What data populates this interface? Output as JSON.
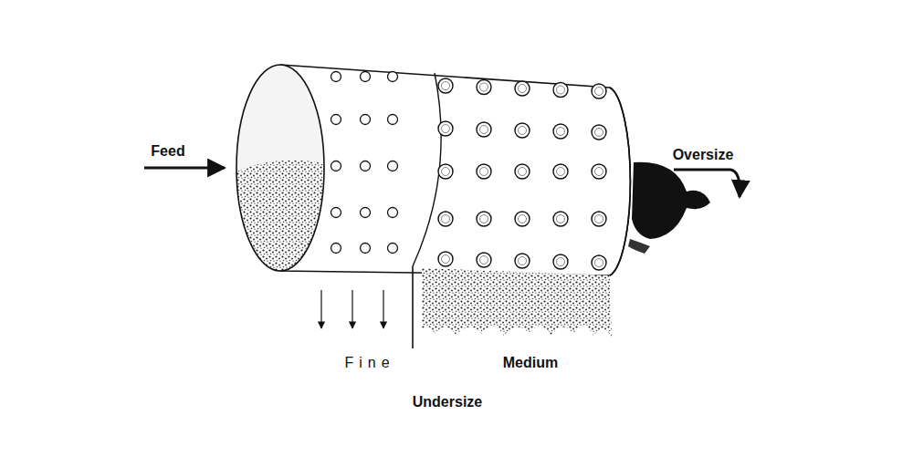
{
  "diagram": {
    "labels": [
      "Feed",
      "Oversize",
      "Fine",
      "Medium",
      "Undersize"
    ]
  }
}
